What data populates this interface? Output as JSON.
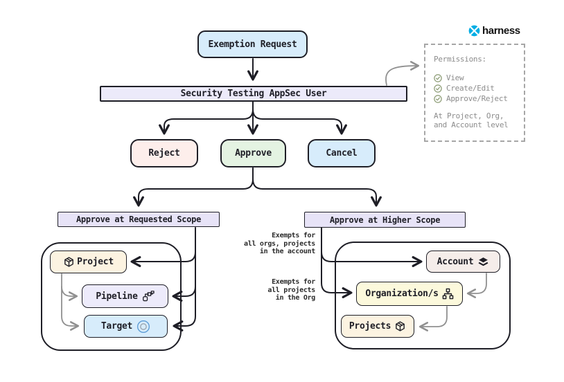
{
  "brand": {
    "name": "harness"
  },
  "flow": {
    "start_label": "Exemption Request",
    "actor_label": "Security Testing AppSec User",
    "decisions": {
      "reject": "Reject",
      "approve": "Approve",
      "cancel": "Cancel"
    },
    "requested_scope": {
      "title": "Approve at Requested Scope",
      "project": "Project",
      "pipeline": "Pipeline",
      "target": "Target"
    },
    "higher_scope": {
      "title": "Approve at Higher Scope",
      "account": "Account",
      "organization": "Organization/s",
      "projects": "Projects"
    },
    "annotations": {
      "account_note": {
        "line1": "Exempts for",
        "line2": "all orgs, projects",
        "line3": "in the account"
      },
      "org_note": {
        "line1": "Exempts for",
        "line2": "all projects",
        "line3": "in the Org"
      }
    }
  },
  "permissions_panel": {
    "title": "Permissions:",
    "items": [
      "View",
      "Create/Edit",
      "Approve/Reject"
    ],
    "footer_line1": "At Project, Org,",
    "footer_line2": "and Account level"
  },
  "colors": {
    "brand_blue": "#00ade4",
    "ink": "#1e1e26",
    "muted_text": "#8c8c8c",
    "check_green": "#8a9a72",
    "node_blue": "#d7ecfb",
    "node_green": "#e4f3e2",
    "node_red": "#fdeeeb",
    "node_lavender": "#eceafa",
    "node_cream": "#fcf3e1",
    "node_yellow": "#fcf9dc",
    "node_pink": "#f5edea"
  }
}
